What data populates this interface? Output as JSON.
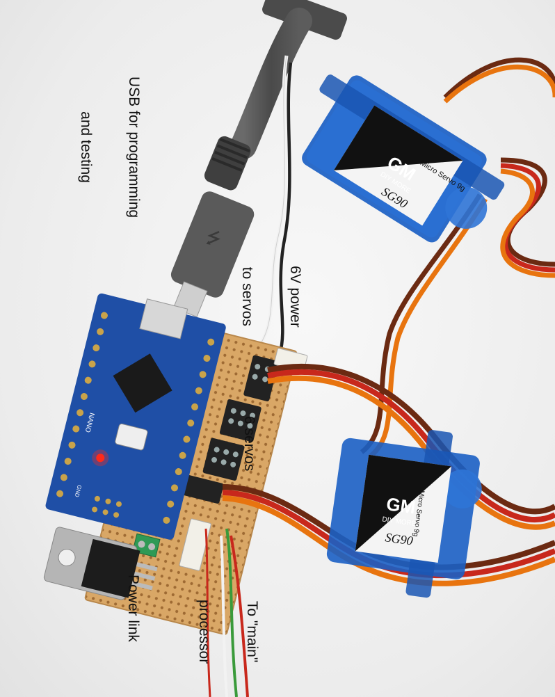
{
  "labels": {
    "usb_line1": "USB for programming",
    "usb_line2": "and testing",
    "power_line1": "6V power",
    "power_line2": "to servos",
    "servos": "6 servos",
    "link": "Power link",
    "main_line1": "To \"main\"",
    "main_line2": "processor"
  },
  "servo_markings": {
    "brand_logo": "GM",
    "brand_line": "DIY MORE",
    "model": "SG90",
    "subtitle": "Micro Servo 9g"
  },
  "board_markings": {
    "nano": "NANO",
    "pins": "GND"
  },
  "colors": {
    "nano_board": "#1f4fa6",
    "perfboard": "#d9a766",
    "servo_body": "#1b5fc4",
    "usb_cable": "#555555",
    "wire_brown": "#6b2a12",
    "wire_red": "#c8281c",
    "wire_orange": "#e8740f",
    "wire_green": "#3a9a3a",
    "led": "#ff2a1a"
  }
}
